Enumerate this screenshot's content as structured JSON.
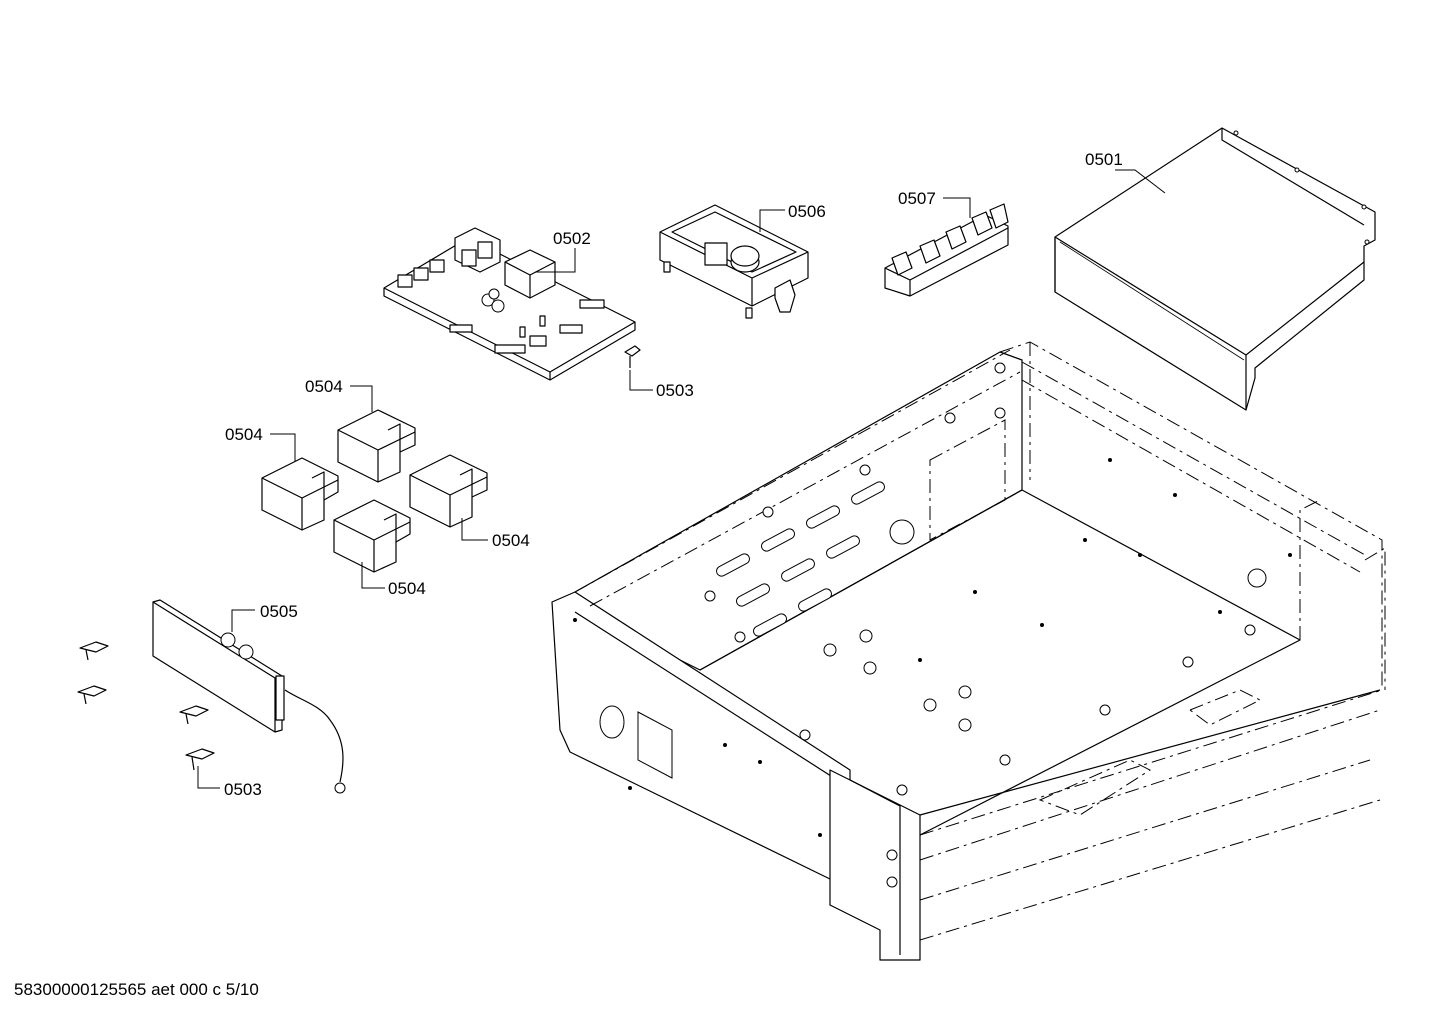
{
  "diagram": {
    "title": "",
    "labels": {
      "p0501": "0501",
      "p0502": "0502",
      "p0503a": "0503",
      "p0503b": "0503",
      "p0504a": "0504",
      "p0504b": "0504",
      "p0504c": "0504",
      "p0504d": "0504",
      "p0505": "0505",
      "p0506": "0506",
      "p0507": "0507"
    }
  },
  "footer": {
    "text": "58300000125565 aet 000 c 5/10"
  }
}
